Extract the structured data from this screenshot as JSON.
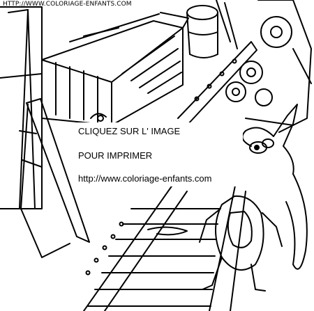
{
  "watermark": {
    "text": "HTTP://WWW.COLORIAGE-ENFANTS.COM"
  },
  "caption": {
    "line1": "CLIQUEZ SUR L' IMAGE",
    "line2": "POUR IMPRIMER",
    "line3": "http://www.coloriage-enfants.com"
  },
  "colors": {
    "ink": "#000000",
    "paper": "#ffffff"
  }
}
